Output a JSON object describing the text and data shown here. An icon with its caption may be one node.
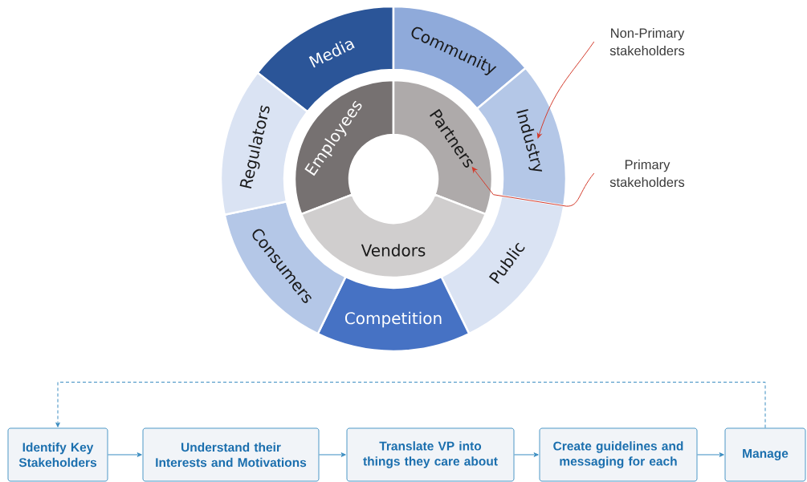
{
  "diagram": {
    "nodes": [
      {
        "text": [
          "Media"
        ]
      },
      {
        "text": [
          "Community"
        ]
      },
      {
        "text": [
          "Industry"
        ]
      },
      {
        "text": [
          "Public"
        ]
      },
      {
        "text": [
          "Competition"
        ]
      },
      {
        "text": [
          "Consumers"
        ]
      },
      {
        "text": [
          "Regulators"
        ]
      },
      {
        "text": [
          "Employees"
        ]
      },
      {
        "text": [
          "Partners"
        ]
      },
      {
        "text": [
          "Vendors"
        ]
      },
      {
        "text": [
          "Non-Primary stakeholders"
        ]
      },
      {
        "text": [
          "Primary stakeholders"
        ]
      },
      {
        "text": [
          "Identify Key Stakeholders"
        ]
      },
      {
        "text": [
          "Understand their Interests and Motivations"
        ]
      },
      {
        "text": [
          "Translate VP into things they care about"
        ]
      },
      {
        "text": [
          "Create guidelines and messaging for each"
        ]
      },
      {
        "text": [
          "Manage"
        ]
      }
    ],
    "edges": [
      {
        "from": 10,
        "to": 2,
        "arrow": "to",
        "color": "#d33b2c"
      },
      {
        "from": 11,
        "to": 8,
        "arrow": "to",
        "color": "#d33b2c"
      },
      {
        "from": 12,
        "to": 13,
        "arrow": "to"
      },
      {
        "from": 13,
        "to": 14,
        "arrow": "to"
      },
      {
        "from": 14,
        "to": 15,
        "arrow": "to"
      },
      {
        "from": 15,
        "to": 16,
        "arrow": "to"
      },
      {
        "from": 16,
        "to": 12,
        "arrow": "to",
        "style": "dashed"
      }
    ]
  }
}
